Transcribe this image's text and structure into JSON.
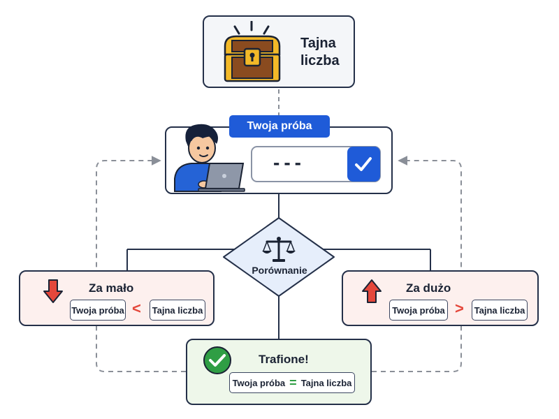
{
  "secret": {
    "title_line1": "Tajna",
    "title_line2": "liczba",
    "icon": "treasure-chest-icon"
  },
  "guess": {
    "tag": "Twoja próba",
    "input_value": "---",
    "submit_icon": "checkmark-icon",
    "avatar_icon": "person-at-laptop-icon"
  },
  "compare": {
    "label": "Porównanie",
    "icon": "balance-scale-icon"
  },
  "too_low": {
    "title": "Za mało",
    "left": "Twoja próba",
    "symbol": "<",
    "right": "Tajna liczba",
    "icon": "arrow-down-icon"
  },
  "too_high": {
    "title": "Za dużo",
    "left": "Twoja próba",
    "symbol": ">",
    "right": "Tajna liczba",
    "icon": "arrow-up-icon"
  },
  "hit": {
    "title": "Trafione!",
    "left": "Twoja próba",
    "symbol": "=",
    "right": "Tajna liczba",
    "icon": "check-circle-icon"
  },
  "colors": {
    "accent_blue": "#1f5bd8",
    "wrong_red": "#e4473b",
    "success_green": "#2f9e44",
    "warn_bg": "#fdf0ee",
    "success_bg": "#eef7ea"
  }
}
